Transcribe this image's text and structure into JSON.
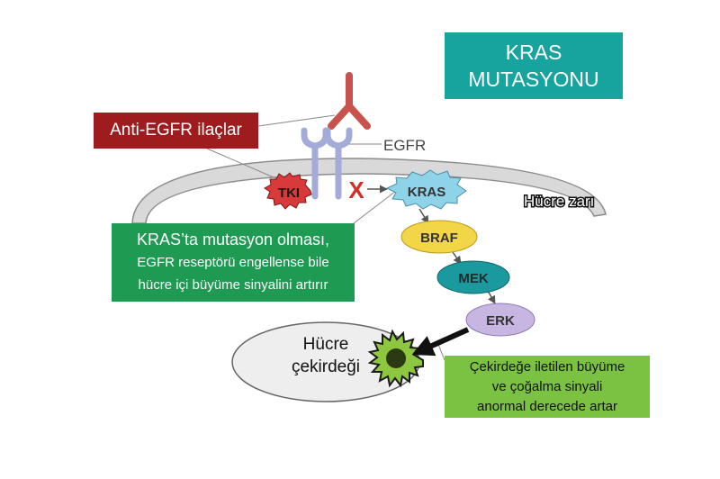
{
  "title": [
    "KRAS",
    "MUTASYONU"
  ],
  "labels": {
    "egfr": "EGFR",
    "membrane": "Hücre zarı",
    "tki": "TKI",
    "block_mark": "X",
    "kras": "KRAS",
    "braf": "BRAF",
    "mek": "MEK",
    "erk": "ERK",
    "nucleus": [
      "Hücre",
      "çekirdeği"
    ]
  },
  "callouts": {
    "anti_egfr": "Anti-EGFR ilaçlar",
    "kras_mutation": [
      "KRAS’ta mutasyon olması,",
      "EGFR reseptörü engellense bile",
      "hücre içi büyüme sinyalini artırır"
    ],
    "nucleus_signal": [
      "Çekirdeğe iletilen büyüme",
      "ve çoğalma sinyali",
      "anormal derecede artar"
    ]
  },
  "colors": {
    "title_box": "#17a39e",
    "drugs_box": "#9e1b1e",
    "kras_mut_box": "#1e9a52",
    "nucleus_box": "#7cc242",
    "membrane": "#d9d9d9",
    "receptor": "#a3acd8",
    "antibody": "#c8534c",
    "tki": "#d8393a",
    "kras": "#8fd3e8",
    "braf": "#f2d648",
    "mek": "#1a9a9e",
    "erk": "#c7b5e2",
    "nucleus": "#eeeeee",
    "nucleus_burst": "#8dc63f",
    "block_mark": "#d62d27"
  }
}
